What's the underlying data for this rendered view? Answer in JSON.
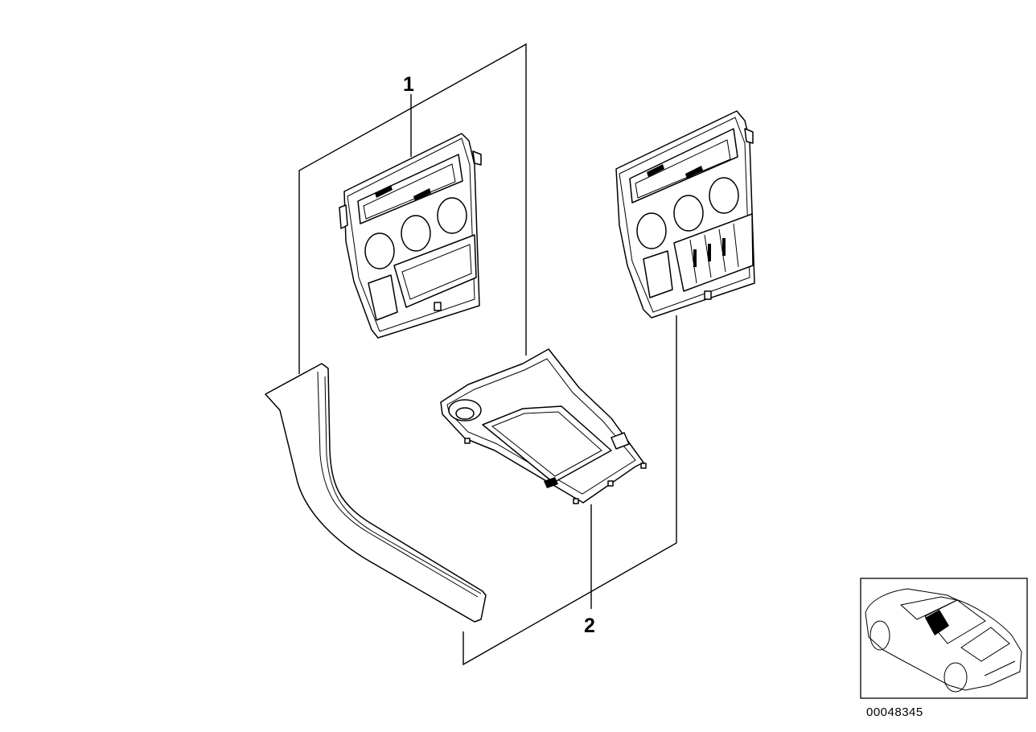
{
  "diagram": {
    "callouts": [
      {
        "label": "1"
      },
      {
        "label": "2"
      }
    ],
    "diagram_id": "00048345"
  },
  "colors": {
    "ink": "#000000",
    "background": "#ffffff"
  },
  "icons": [
    "car-locator-icon"
  ]
}
